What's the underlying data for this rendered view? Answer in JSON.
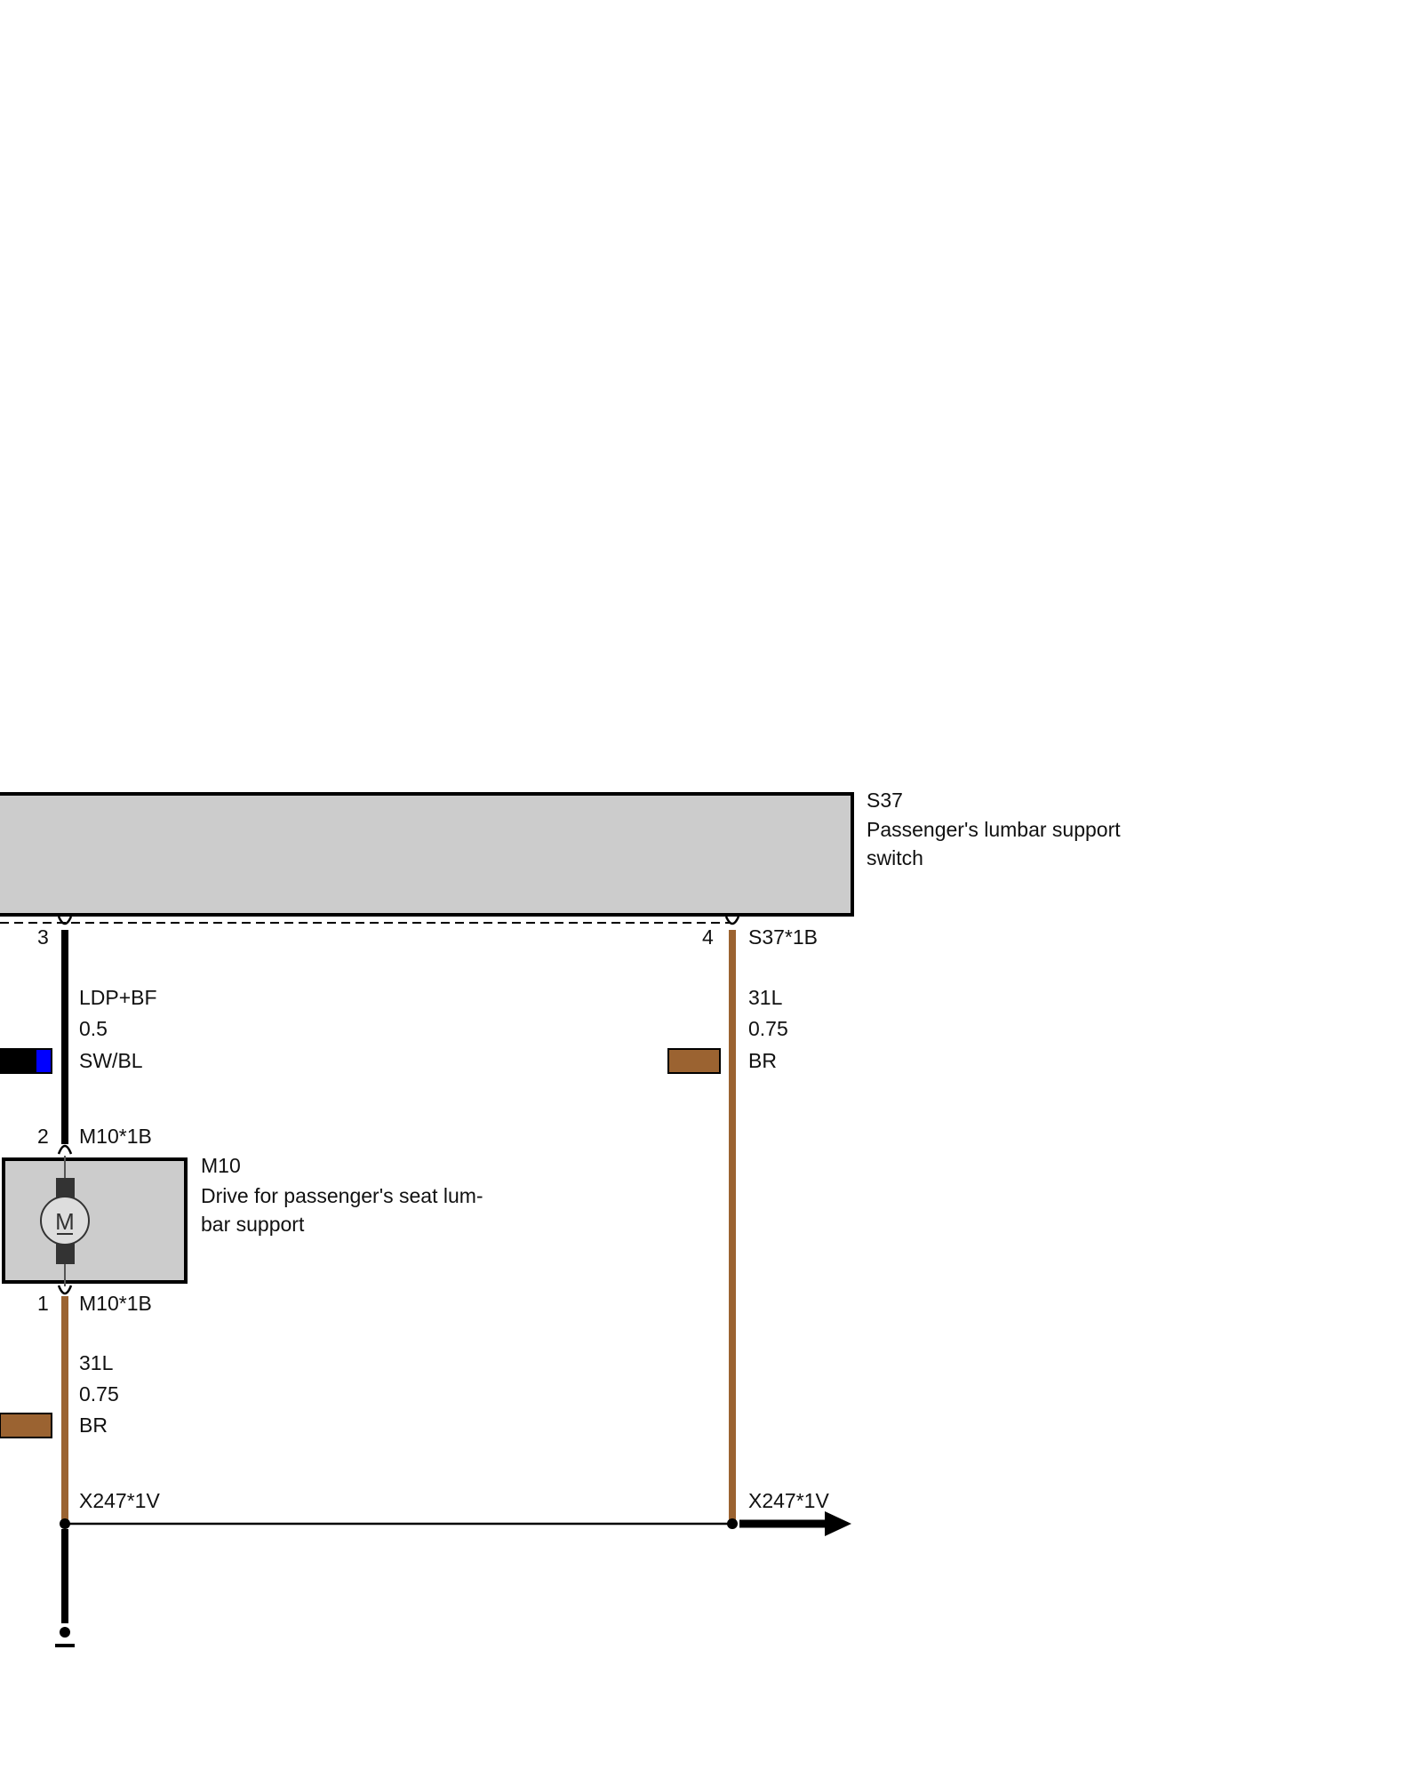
{
  "components": {
    "s37": {
      "id": "S37",
      "description_line1": "Passenger's lumbar support",
      "description_line2": "switch"
    },
    "m10": {
      "id": "M10",
      "description_line1": "Drive for passenger's seat lum-",
      "description_line2": "bar support",
      "symbol": "motor-icon",
      "symbol_letter": "M"
    }
  },
  "pins": {
    "s37_pin3": "3",
    "s37_pin4": "4",
    "s37_pin4_connector": "S37*1B",
    "m10_pin2": "2",
    "m10_pin2_connector": "M10*1B",
    "m10_pin1": "1",
    "m10_pin1_connector": "M10*1B"
  },
  "wires": {
    "w1": {
      "signal": "LDP+BF",
      "gauge": "0.5",
      "color_code": "SW/BL",
      "colors": [
        "#000000",
        "#0000ff"
      ]
    },
    "w2": {
      "signal": "31L",
      "gauge": "0.75",
      "color_code": "BR",
      "colors": [
        "#9b6331"
      ]
    },
    "w3": {
      "signal": "31L",
      "gauge": "0.75",
      "color_code": "BR",
      "colors": [
        "#9b6331"
      ]
    }
  },
  "connectors": {
    "ground_left": "X247*1V",
    "ground_right": "X247*1V"
  },
  "colors": {
    "component_fill": "#cccccc",
    "brown_wire": "#9b6331",
    "black_wire": "#000000",
    "blue": "#0000ff"
  }
}
